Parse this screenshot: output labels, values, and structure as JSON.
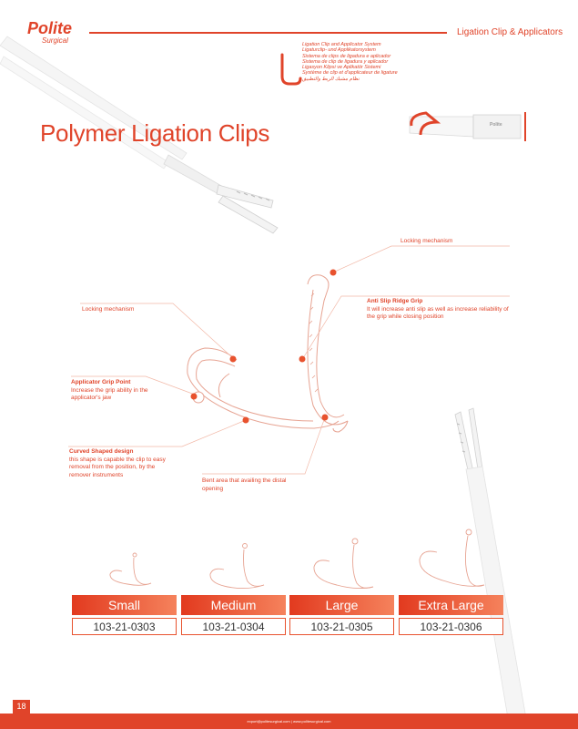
{
  "brand": {
    "name": "Polite",
    "sub": "Surgical"
  },
  "header": {
    "category": "Ligation Clip & Applicators"
  },
  "languages": [
    "Ligation Clip and Applicator System",
    "Ligaturclip- und Applikatorsystem",
    "Sistema de clips de ligadura e aplicador",
    "Sistema de clip de ligadura y aplicador",
    "Ligasyon Klipsi ve Aplikatör Sistemi",
    "Système de clip et d'applicateur de ligature",
    "نظام مشبك الربط والتطبيق"
  ],
  "title": "Polymer Ligation Clips",
  "applicator_logo": "Polite",
  "callouts": {
    "locking_top": "Locking mechanism",
    "anti_slip_title": "Anti Slip Ridge Grip",
    "anti_slip_desc": "It will increase anti slip as well as increase reliability of the grip while closing position",
    "locking_left": "Locking mechanism",
    "grip_title": "Applicator Grip Point",
    "grip_desc": "Increase the grip ability in the applicator's jaw",
    "curved_title": "Curved Shaped design",
    "curved_desc": "this shape is capable the clip to easy removal from the position, by the remover instruments",
    "bent": "Bent area that availing the distal opening"
  },
  "sizes": [
    {
      "name": "Small",
      "code": "103-21-0303"
    },
    {
      "name": "Medium",
      "code": "103-21-0304"
    },
    {
      "name": "Large",
      "code": "103-21-0305"
    },
    {
      "name": "Extra Large",
      "code": "103-21-0306"
    }
  ],
  "page_number": "18",
  "footer": "export@politesurgical.com | www.politesurgical.com",
  "colors": {
    "accent": "#e0442a",
    "dot": "#e8522e"
  }
}
